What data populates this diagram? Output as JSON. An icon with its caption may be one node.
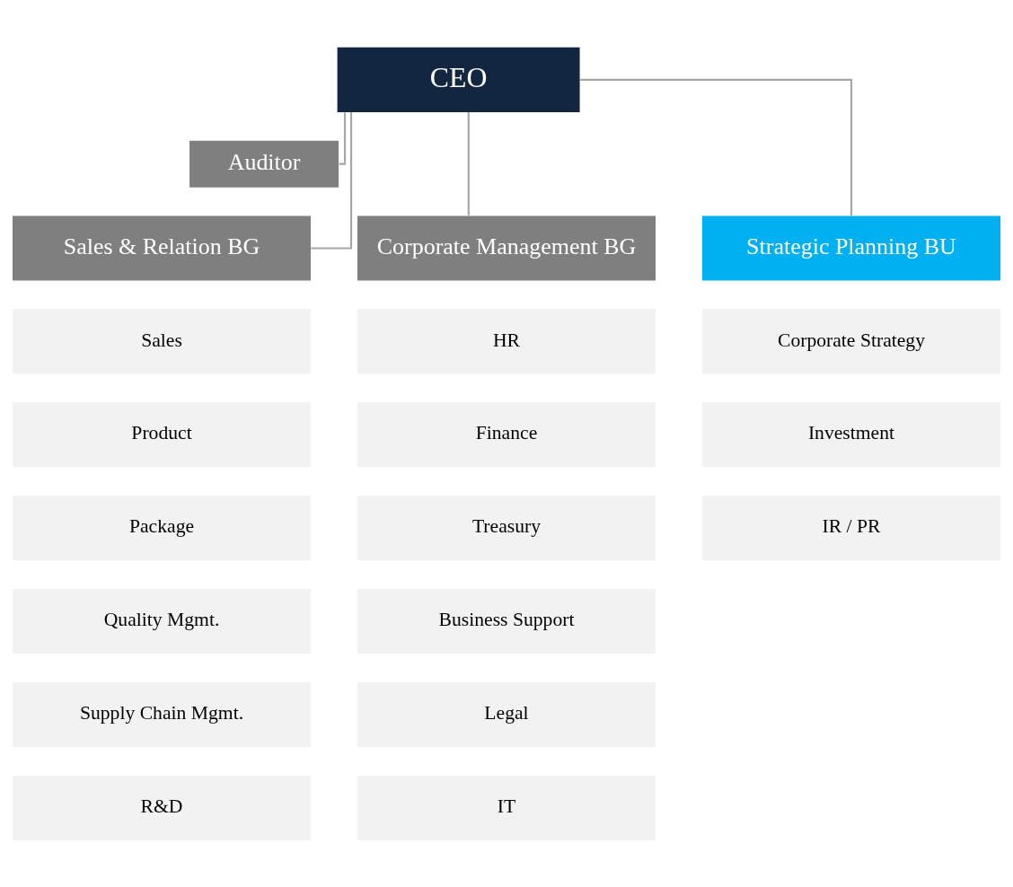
{
  "diagram": {
    "nodes": [
      {
        "text": [
          "CEO"
        ]
      },
      {
        "text": [
          "Auditor"
        ]
      },
      {
        "text": [
          "Sales & Relation BG"
        ]
      },
      {
        "text": [
          "Corporate Management BG"
        ]
      },
      {
        "text": [
          "Strategic Planning BU"
        ]
      },
      {
        "text": [
          "Sales"
        ]
      },
      {
        "text": [
          "Product"
        ]
      },
      {
        "text": [
          "Package"
        ]
      },
      {
        "text": [
          "Quality Mgmt."
        ]
      },
      {
        "text": [
          "Supply Chain Mgmt."
        ]
      },
      {
        "text": [
          "R&D"
        ]
      },
      {
        "text": [
          "HR"
        ]
      },
      {
        "text": [
          "Finance"
        ]
      },
      {
        "text": [
          "Treasury"
        ]
      },
      {
        "text": [
          "Business Support"
        ]
      },
      {
        "text": [
          "Legal"
        ]
      },
      {
        "text": [
          "IT"
        ]
      },
      {
        "text": [
          "Corporate Strategy"
        ]
      },
      {
        "text": [
          "Investment"
        ]
      },
      {
        "text": [
          "IR / PR"
        ]
      }
    ],
    "edges": [
      {
        "from": 0,
        "to": 1,
        "arrow": "none"
      },
      {
        "from": 0,
        "to": 2,
        "arrow": "none"
      },
      {
        "from": 0,
        "to": 3,
        "arrow": "none"
      },
      {
        "from": 0,
        "to": 4,
        "arrow": "none"
      }
    ]
  }
}
